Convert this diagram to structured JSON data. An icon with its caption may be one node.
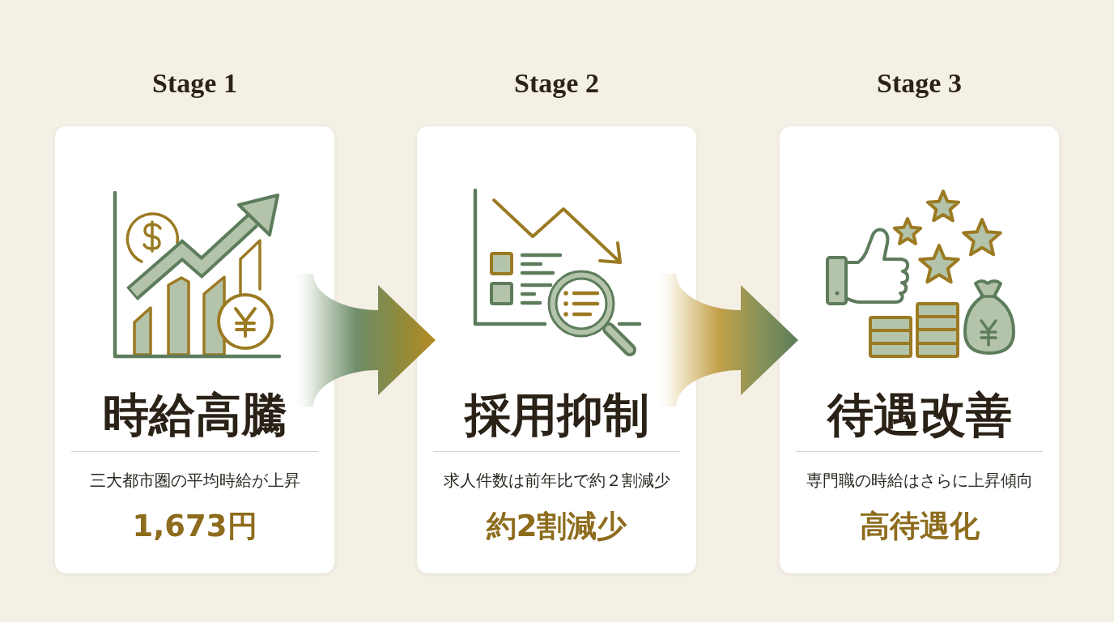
{
  "diagram": {
    "nodes": [
      {
        "text": [
          "Stage 1",
          "時給高騰",
          "三大都市圏の平均時給が上昇",
          "1,673円"
        ]
      },
      {
        "text": [
          "Stage 2",
          "採用抑制",
          "求人件数は前年比で約２割減少",
          "約2割減少"
        ]
      },
      {
        "text": [
          "Stage 3",
          "待遇改善",
          "専門職の時給はさらに上昇傾向",
          "高待遇化"
        ]
      }
    ],
    "edges": [
      {
        "from": 0,
        "to": 1,
        "arrow": "to"
      },
      {
        "from": 1,
        "to": 2,
        "arrow": "to"
      }
    ]
  }
}
